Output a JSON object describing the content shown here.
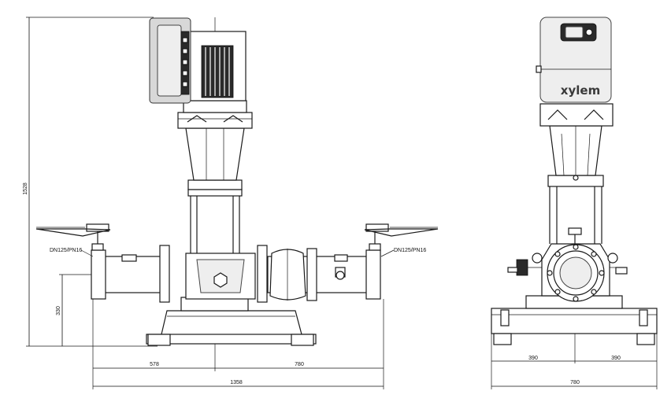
{
  "drawing": {
    "brand": "xylem",
    "side_view": {
      "flange_left": "DN125/PN16",
      "flange_right": "DN125/PN16",
      "dimensions": {
        "total_height": "1528",
        "pipe_axis_height": "330",
        "left_to_axis": "578",
        "axis_to_right": "780",
        "overall_length": "1358"
      }
    },
    "front_view": {
      "dimensions": {
        "half_left": "390",
        "half_right": "390",
        "overall_width": "780"
      }
    }
  }
}
